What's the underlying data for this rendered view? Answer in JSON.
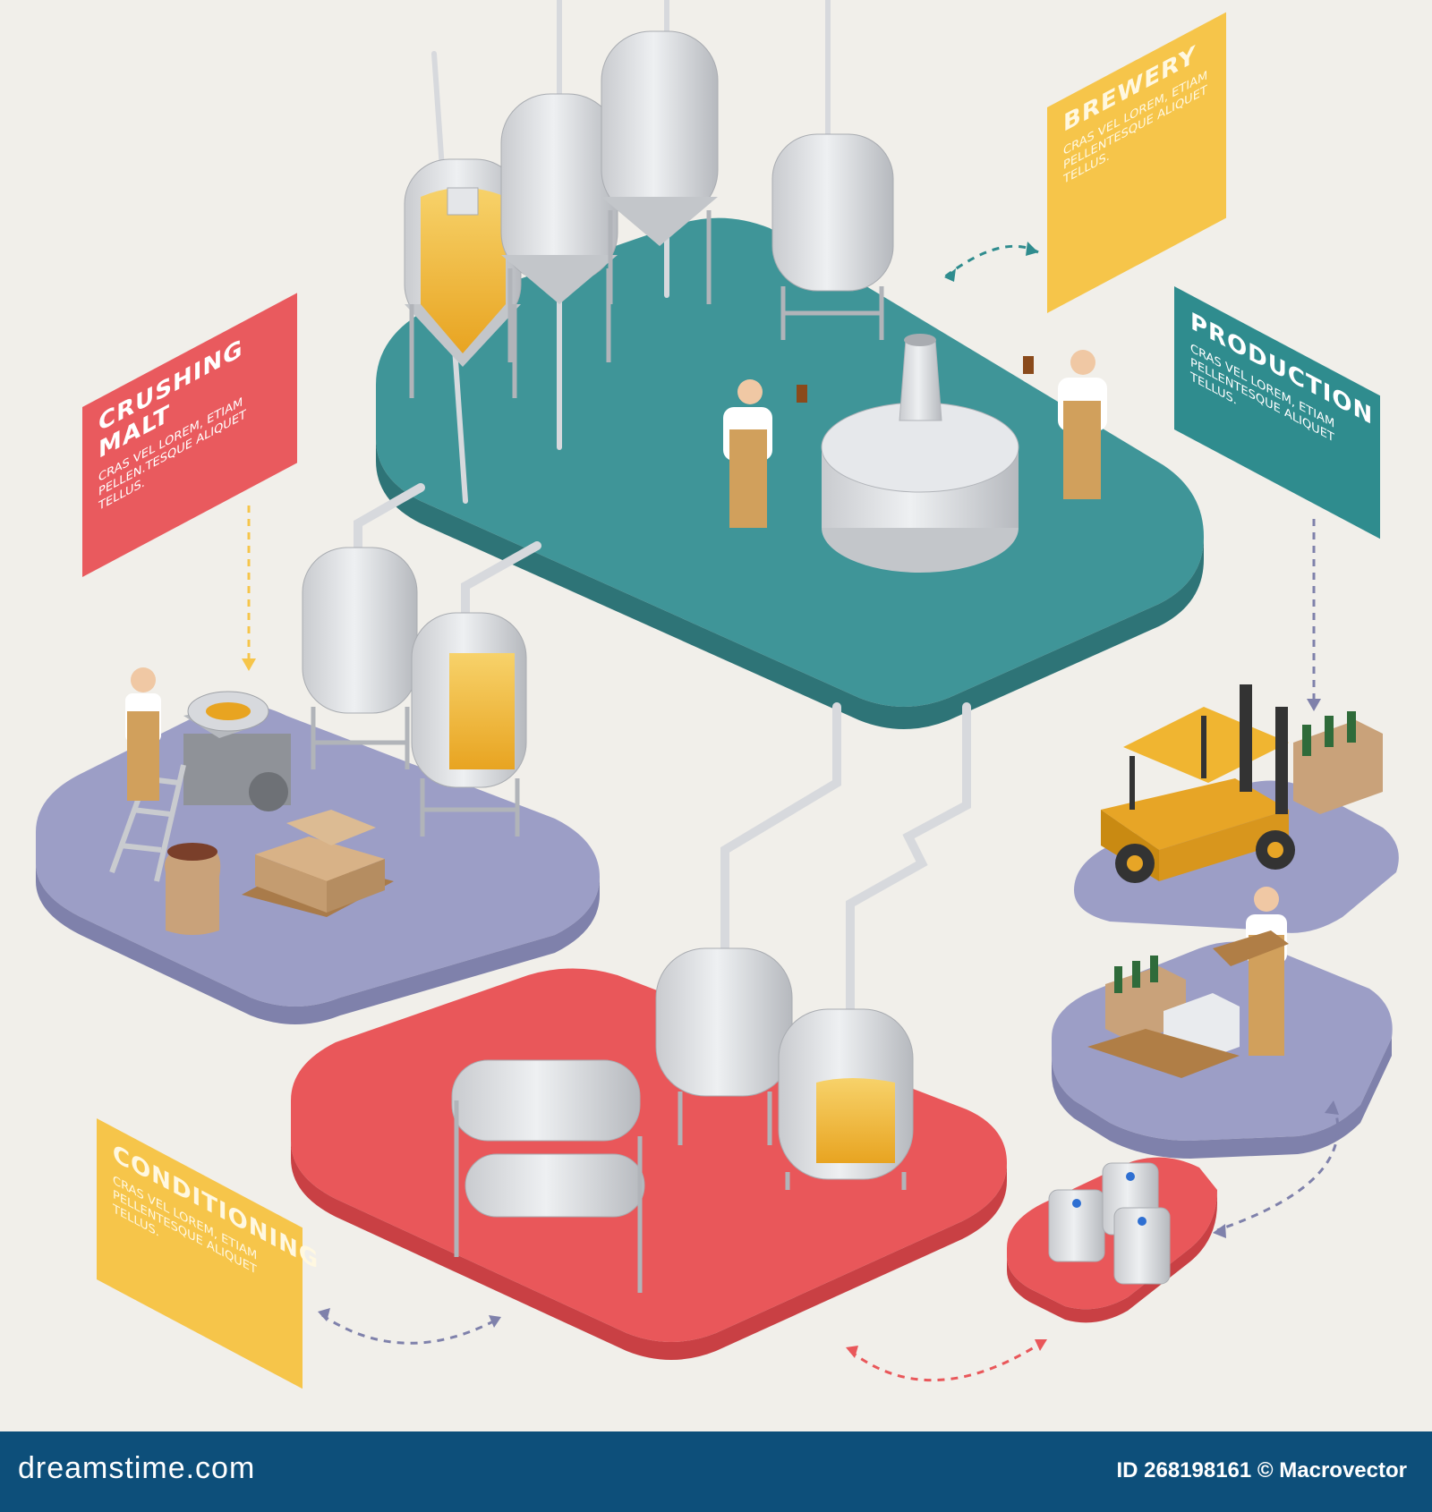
{
  "labels": {
    "brewery": {
      "title": "BREWERY",
      "body": "CRAS VEL LOREM, ETIAM PELLENTESQUE ALIQUET TELLUS."
    },
    "production": {
      "title": "PRODUCTION",
      "body": "CRAS VEL LOREM, ETIAM PELLENTESQUE ALIQUET TELLUS."
    },
    "crushing_malt": {
      "title": "CRUSHING MALT",
      "body": "CRAS VEL LOREM, ETIAM PELLEN.TESQUE ALIQUET TELLUS."
    },
    "conditioning": {
      "title": "CONDITIONING",
      "body": "CRAS VEL LOREM, ETIAM PELLENTESQUE ALIQUET TELLUS."
    }
  },
  "colors": {
    "background": "#f1efea",
    "brewery_platform": "#3f9598",
    "malt_platform": "#9c9ec6",
    "conditioning_platform": "#e9575a",
    "production_platform": "#9c9ec6",
    "keg_platform": "#e9575a",
    "label_yellow": "#f6c54a",
    "label_red": "#e95a5e",
    "label_teal": "#2f8c8e",
    "footer": "#0d4f7a"
  },
  "icons": [
    "fermentation-tank-icon",
    "brew-kettle-icon",
    "worker-icon",
    "malt-mill-icon",
    "grain-sack-icon",
    "forklift-icon",
    "bottle-crate-icon",
    "keg-icon",
    "storage-tank-icon",
    "ladder-icon"
  ],
  "footer": {
    "site": "dreamstime.com",
    "id_text": "ID 268198161 © Macrovector"
  }
}
